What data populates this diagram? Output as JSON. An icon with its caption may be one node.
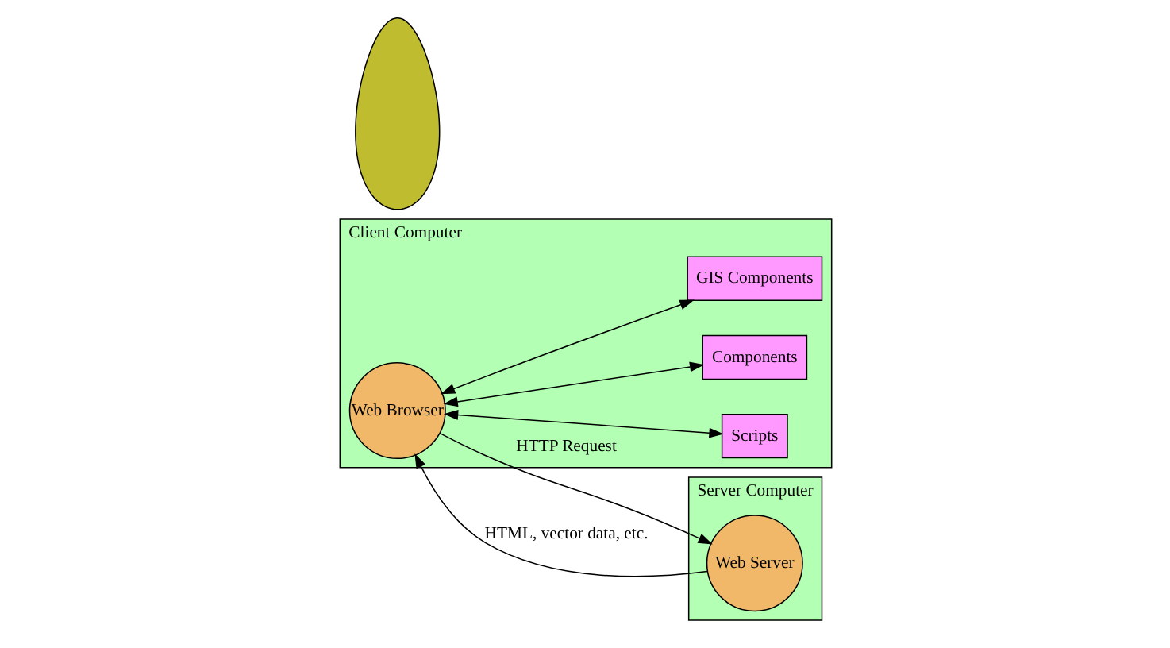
{
  "diagram": {
    "nodes": [
      {
        "text": [
          "Client Computer"
        ]
      },
      {
        "text": [
          "Web Browser"
        ],
        "in": 0
      },
      {
        "text": [
          "Scripts"
        ],
        "in": 0
      },
      {
        "text": [
          "Components"
        ],
        "in": 0
      },
      {
        "text": [
          "GIS Components"
        ],
        "in": 0
      },
      {
        "text": [],
        "shape": "cloud"
      },
      {
        "text": [
          "Server Computer"
        ]
      },
      {
        "text": [
          "Web Server"
        ],
        "in": 6
      }
    ],
    "edges": [
      {
        "from": 1,
        "to": 7,
        "arrow": "to",
        "label": "HTTP Request"
      },
      {
        "from": 7,
        "to": 1,
        "arrow": "to",
        "label": "HTML, vector data, etc."
      },
      {
        "from": 2,
        "to": 1,
        "arrow": "both"
      },
      {
        "from": 3,
        "to": 1,
        "arrow": "both"
      },
      {
        "from": 4,
        "to": 1,
        "arrow": "both"
      }
    ]
  }
}
